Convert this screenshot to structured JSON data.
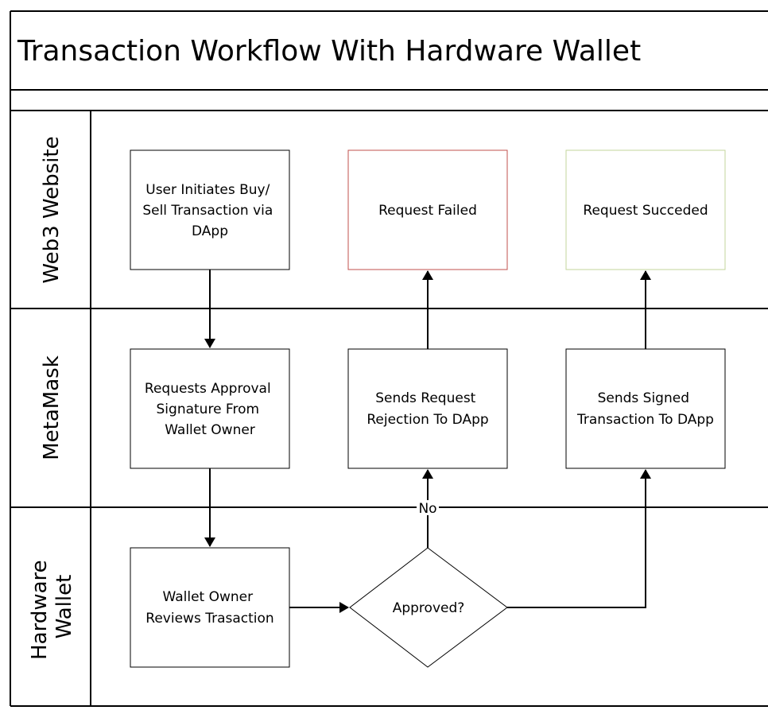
{
  "title": "Transaction Workflow With Hardware Wallet",
  "lanes": {
    "web3": "Web3 Website",
    "metamask": "MetaMask",
    "hardware_line1": "Hardware",
    "hardware_line2": "Wallet"
  },
  "boxes": {
    "initiate": [
      "User Initiates Buy/",
      "Sell Transaction via",
      "DApp"
    ],
    "failed": [
      "Request Failed"
    ],
    "succeeded": [
      "Request Succeded"
    ],
    "approval": [
      "Requests Approval",
      "Signature From",
      "Wallet Owner"
    ],
    "rejection": [
      "Sends Request",
      "Rejection To DApp"
    ],
    "signed": [
      "Sends Signed",
      "Transaction To DApp"
    ],
    "review": [
      "Wallet Owner",
      "Reviews Trasaction"
    ],
    "decision": [
      "Approved?"
    ]
  },
  "edge_labels": {
    "no": "No"
  },
  "colors": {
    "failed_border": "#c0504d",
    "succeeded_border": "#c3d69b",
    "line": "#000000"
  }
}
